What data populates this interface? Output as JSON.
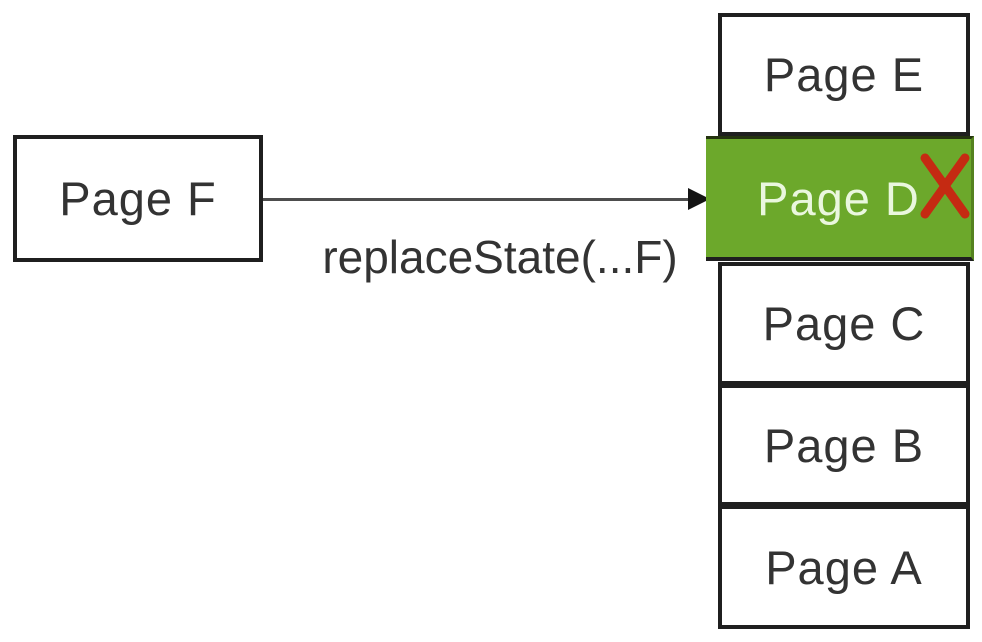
{
  "diagram": {
    "description": "Browser history stack diagram: replaceState replaces Page D with Page F",
    "source_box": {
      "label": "Page F"
    },
    "arrow": {
      "label": "replaceState(...F)"
    },
    "stack": {
      "items": [
        {
          "label": "Page E",
          "highlighted": false
        },
        {
          "label": "Page D",
          "highlighted": true,
          "crossed_out": true
        },
        {
          "label": "Page C",
          "highlighted": false
        },
        {
          "label": "Page B",
          "highlighted": false
        },
        {
          "label": "Page A",
          "highlighted": false
        }
      ]
    },
    "icons": {
      "crossed_out": "red-x-icon"
    },
    "colors": {
      "highlight_green": "#6CA82B",
      "x_red": "#C52A12",
      "box_border": "#1f1f1f",
      "box_text": "#333333",
      "highlight_text": "#EAF7DE",
      "arrow_line": "#4d4d4d"
    }
  }
}
